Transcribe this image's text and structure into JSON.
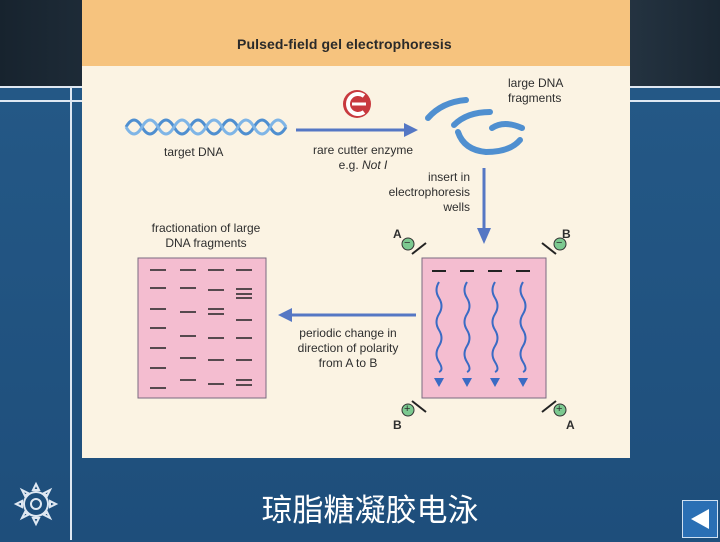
{
  "slide": {
    "title": "Pulsed-field gel electrophoresis",
    "labels": {
      "large_dna_fragments": [
        "large DNA",
        "fragments"
      ],
      "target_dna": "target DNA",
      "rare_cutter": [
        "rare cutter enzyme",
        "e.g. ",
        "Not I"
      ],
      "insert_wells": [
        "insert in",
        "electrophoresis",
        "wells"
      ],
      "fractionation": [
        "fractionation of large",
        "DNA fragments"
      ],
      "periodic_change": [
        "periodic change in",
        "direction of polarity",
        "from A to B"
      ],
      "electrode_a_top": "A",
      "electrode_b_top": "B",
      "electrode_b_bottom": "B",
      "electrode_a_bottom": "A",
      "minus": "−",
      "plus": "+"
    }
  },
  "caption": "琼脂糖凝胶电泳",
  "colors": {
    "background": "#1f4f7d",
    "header": "#f6c37e",
    "slide_body": "#fbf3e3",
    "gel_pink": "#f4bdd0",
    "arrow_blue": "#5577c4",
    "dna_blue": "#4f8fd0",
    "enzyme_red": "#c8393e",
    "electrode_green": "#7cc990"
  },
  "icons": {
    "gear": "gear-icon",
    "back": "back-arrow-icon",
    "enzyme": "enzyme-icon"
  }
}
